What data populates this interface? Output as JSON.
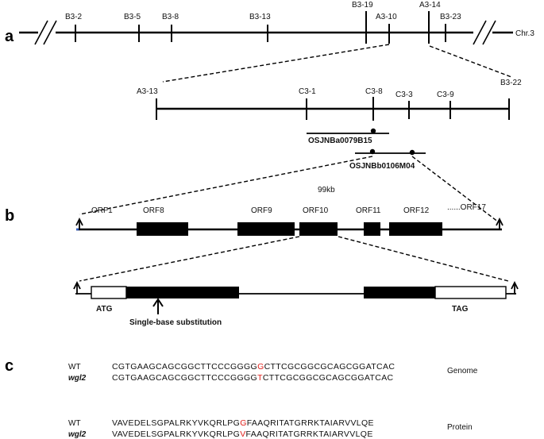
{
  "panels": {
    "a": "a",
    "b": "b",
    "c": "c"
  },
  "chromosome": {
    "label": "Chr.3",
    "markers": [
      "B3-2",
      "B3-5",
      "B3-8",
      "B3-13",
      "B3-19",
      "A3-10",
      "A3-14",
      "B3-23"
    ]
  },
  "fine_map": {
    "left": "A3-13",
    "right": "B3-22",
    "markers": [
      "C3-1",
      "C3-8",
      "C3-3",
      "C3-9"
    ]
  },
  "bacs": {
    "bac1": "OSJNBa0079B15",
    "bac2": "OSJNBb0106M04"
  },
  "region": {
    "size": "99kb",
    "orfs": [
      "ORF1",
      "ORF8",
      "ORF9",
      "ORF10",
      "ORF11",
      "ORF12",
      "......ORF17"
    ]
  },
  "gene": {
    "start": "ATG",
    "stop": "TAG",
    "mutation": "Single-base substitution"
  },
  "sequences": {
    "genome_label": "Genome",
    "protein_label": "Protein",
    "wt_label": "WT",
    "mutant_label": "wgl2",
    "genome_wt": {
      "pre": "CGTGAAGCAGCGGCTTCCCGGGG",
      "mut": "G",
      "post": "CTTCGCGGCGCAGCGGATCAC"
    },
    "genome_mut": {
      "pre": "CGTGAAGCAGCGGCTTCCCGGGG",
      "mut": "T",
      "post": "CTTCGCGGCGCAGCGGATCAC"
    },
    "protein_wt": {
      "pre": "VAVEDELSGPALRKYVKQRLPG",
      "mut": "G",
      "post": "FAAQRITATGRRKTAIARVVLQE"
    },
    "protein_mut": {
      "pre": "VAVEDELSGPALRKYVKQRLPG",
      "mut": "V",
      "post": "FAAQRITATGRRKTAIARVVLQE"
    }
  },
  "colors": {
    "line": "#000000",
    "mutation": "#e0201b"
  }
}
